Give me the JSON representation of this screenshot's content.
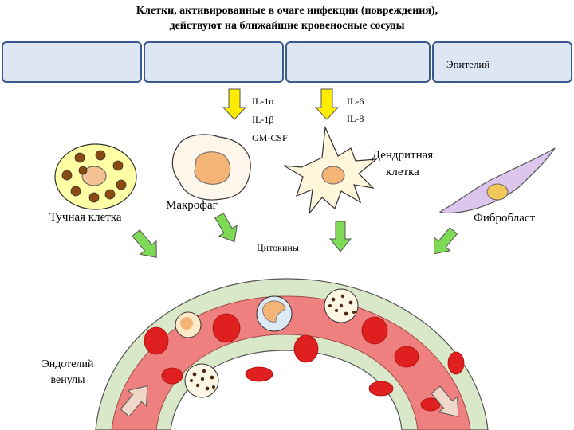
{
  "title": {
    "line1": "Клетки, активированные в очаге инфекции (повреждения),",
    "line2": "действуют на ближайшие кровеносные сосуды"
  },
  "epithelium_label": "Эпителий",
  "cytokines_left": [
    "IL-1α",
    "IL-1β",
    "GM-CSF"
  ],
  "cytokines_right": [
    "IL-6",
    "IL-8"
  ],
  "cells": {
    "mast": "Тучная клетка",
    "macrophage": "Макрофаг",
    "dendritic": "Дендритная клетка",
    "fibroblast": "Фибробласт"
  },
  "cytokines_label": "Цитокины",
  "endothelium_label": "Эндотелий венулы",
  "colors": {
    "epithelium_fill": "#dde6f3",
    "epithelium_border": "#3a5a8f",
    "yellow_arrow": "#ffec00",
    "green_arrow": "#7ed957",
    "vessel_wall": "#d9e8c8",
    "vessel_lumen": "#ef8080",
    "rbc": "#e02020"
  }
}
